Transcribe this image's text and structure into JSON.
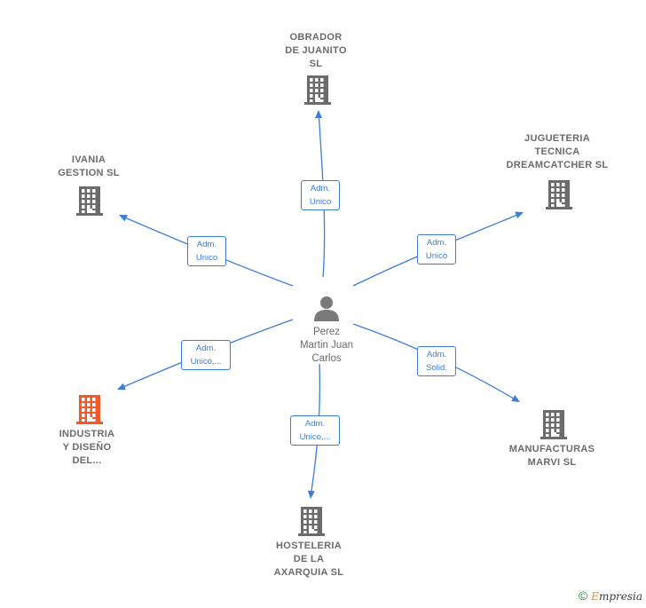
{
  "center": {
    "name": "Perez\nMartin Juan\nCarlos",
    "icon": "person-icon",
    "color": "#7a7a7a"
  },
  "companies": [
    {
      "id": "obrador",
      "name": "OBRADOR\nDE JUANITO\nSL",
      "icon": "building-icon",
      "color": "#6b6b6b",
      "relation": "Adm.\nUnico"
    },
    {
      "id": "ivania",
      "name": "IVANIA\nGESTION  SL",
      "icon": "building-icon",
      "color": "#6b6b6b",
      "relation": "Adm.\nUnico"
    },
    {
      "id": "jugueteria",
      "name": "JUGUETERIA\nTECNICA\nDREAMCATCHER SL",
      "icon": "building-icon",
      "color": "#6b6b6b",
      "relation": "Adm.\nUnico"
    },
    {
      "id": "industria",
      "name": "INDUSTRIA\nY DISEÑO\nDEL...",
      "icon": "building-icon",
      "color": "#f05a28",
      "relation": "Adm.\nUnico,..."
    },
    {
      "id": "manufacturas",
      "name": "MANUFACTURAS\nMARVI SL",
      "icon": "building-icon",
      "color": "#6b6b6b",
      "relation": "Adm.\nSolid."
    },
    {
      "id": "hosteleria",
      "name": "HOSTELERIA\nDE LA\nAXARQUIA SL",
      "icon": "building-icon",
      "color": "#6b6b6b",
      "relation": "Adm.\nUnico,..."
    }
  ],
  "footer": {
    "copyright": "©",
    "brand_first": "E",
    "brand_rest": "mpresia"
  }
}
